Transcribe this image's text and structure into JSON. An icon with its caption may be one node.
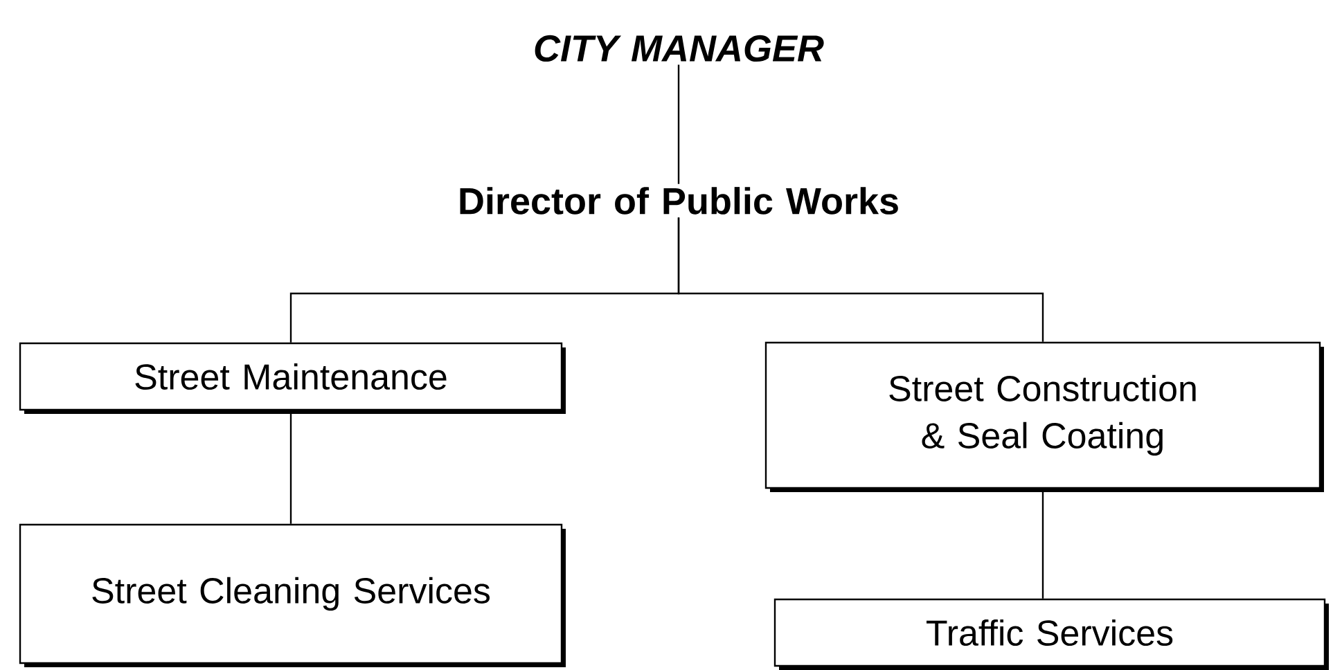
{
  "diagram": {
    "nodes": [
      {
        "text": [
          "CITY MANAGER"
        ]
      },
      {
        "text": [
          "Director of Public Works"
        ]
      },
      {
        "text": [
          "Street Maintenance"
        ]
      },
      {
        "text": [
          "Street Construction & Seal Coating"
        ]
      },
      {
        "text": [
          "Street Cleaning Services"
        ]
      },
      {
        "text": [
          "Traffic Services"
        ]
      }
    ],
    "edges": [
      {
        "from": 0,
        "to": 1,
        "arrow": "none"
      },
      {
        "from": 1,
        "to": 2,
        "arrow": "none"
      },
      {
        "from": 1,
        "to": 3,
        "arrow": "none"
      },
      {
        "from": 2,
        "to": 4,
        "arrow": "none"
      },
      {
        "from": 3,
        "to": 5,
        "arrow": "none"
      }
    ]
  }
}
